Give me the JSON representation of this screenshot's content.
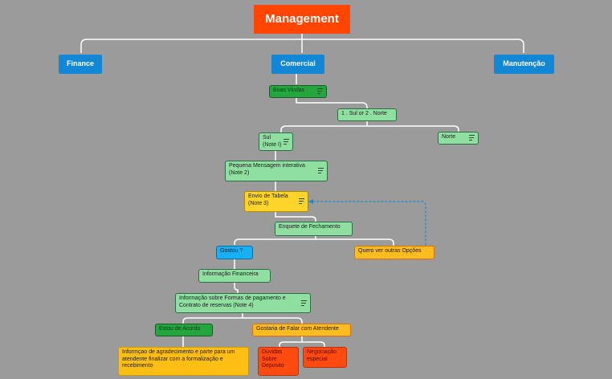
{
  "root": {
    "label": "Management"
  },
  "branches": {
    "finance": "Finance",
    "comercial": "Comercial",
    "manutencao": "Manutenção"
  },
  "nodes": {
    "boas_vindas": "Boas Vindas",
    "sul_norte": "1 . Sul or 2 . Norte",
    "sul": "Sul\n(Note I)",
    "norte": "Norte",
    "pequena_mensagem": "Pequena Mensagem interativa\n(Note 2)",
    "envio_tabela": "Envio de Tabela\n(Note 3)",
    "enquete": "Enquete de Fechamento",
    "gostou": "Gostou ?",
    "quero_ver": "Quero ver outras Opções",
    "informacao_financeira": "Informação Financeira",
    "formas_pagamento": "Informação sobre Formas de pagamento e\nContrato de reservas (Note 4)",
    "estou_acordo": "Estou de Acordo",
    "gostaria_falar": "Gostaria de Falar com Atendente",
    "agradecimento": "Informçao de agradecimento e parte para um\natendente finalizar com a formalização e\nrecebimento",
    "duvidas": "Duvidas\nSobre\nDeposito",
    "negociacao": "Negociação\nespecial"
  },
  "colors": {
    "root": "#ff4500",
    "branch": "#1187d6",
    "connector": "#ffffff",
    "dashed_link": "#1e88c9"
  }
}
